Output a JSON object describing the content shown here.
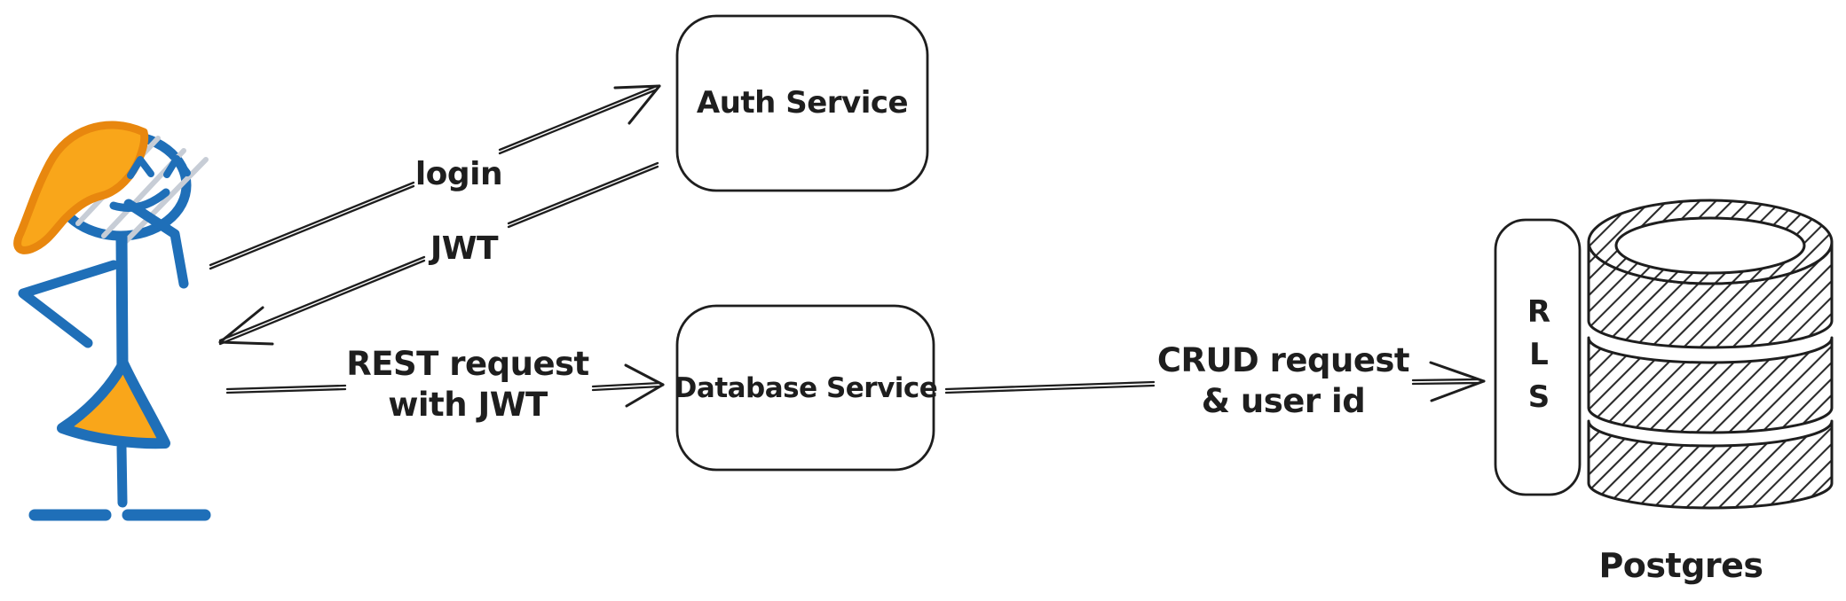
{
  "nodes": {
    "auth": {
      "label": "Auth Service"
    },
    "database": {
      "label": "Database Service"
    },
    "rls": {
      "letters": [
        "R",
        "L",
        "S"
      ]
    },
    "postgres": {
      "label": "Postgres"
    }
  },
  "edges": {
    "login": {
      "label": "login"
    },
    "jwt": {
      "label": "JWT"
    },
    "rest": {
      "label": "REST request\nwith JWT"
    },
    "crud": {
      "label": "CRUD request\n& user id"
    }
  },
  "icons": {
    "user": "stick-figure-user-icon",
    "postgres": "database-cylinder-icon"
  },
  "colors": {
    "stroke": "#1e1e1e",
    "actor_blue": "#1f6fb8",
    "actor_orange": "#f9a61a",
    "actor_orange_stroke": "#e8870e",
    "face_hatch": "#c7cdd6",
    "background": "#ffffff"
  }
}
